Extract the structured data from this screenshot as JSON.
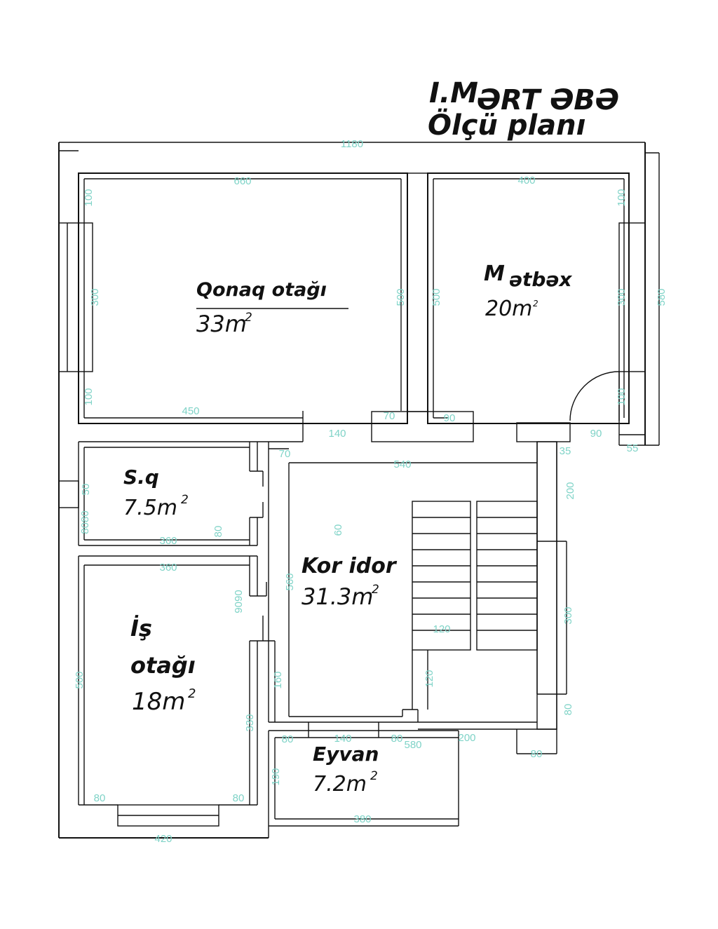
{
  "title": {
    "line1a": "I.M",
    "line1b": "ƏRT ƏBƏ",
    "line2": "Ölçü planı"
  },
  "rooms": {
    "living": {
      "name": "Qonaq otağı",
      "area": "33m",
      "sup": "2"
    },
    "kitchen": {
      "name_a": "M",
      "name_b": "ətbəx",
      "area": "20m",
      "sup": "2"
    },
    "bath": {
      "name": "S.q",
      "area": "7.5m",
      "sup": "2"
    },
    "corridor": {
      "name": "Kor idor",
      "area": "31.3m",
      "sup": "2"
    },
    "office": {
      "name_a": "İş",
      "name_b": "otağı",
      "area": "18m",
      "sup": "2"
    },
    "balcony": {
      "name": "Eyvan",
      "area": "7.2m",
      "sup": "2"
    }
  },
  "dims": {
    "d1180": "1180",
    "d660": "660",
    "d400": "400",
    "d100a": "100",
    "d300a": "300",
    "d100b": "100",
    "d100c": "100",
    "d300b": "300",
    "d100d": "100",
    "d580": "580",
    "d500a": "500",
    "d500b": "500",
    "d450": "450",
    "d70a": "70",
    "d90a": "90",
    "d140a": "140",
    "d90b": "90",
    "d55": "55",
    "d35": "35",
    "d70b": "70",
    "d540": "540",
    "d200a": "200",
    "d50": "50",
    "d8080": "8080",
    "d360a": "360",
    "d80a": "80",
    "d60": "60",
    "d360b": "360",
    "d560": "560",
    "d9090": "9090",
    "d300c": "300",
    "d120a": "120",
    "d500c": "500",
    "d160": "160",
    "d120b": "120",
    "d330": "330",
    "d80b": "80",
    "d80c": "80",
    "d140b": "140",
    "d80d": "80",
    "d580b": "580",
    "d200b": "200",
    "d80e": "80",
    "d190": "190",
    "d80f": "80",
    "d80g": "80",
    "d380": "380",
    "d420": "420"
  }
}
